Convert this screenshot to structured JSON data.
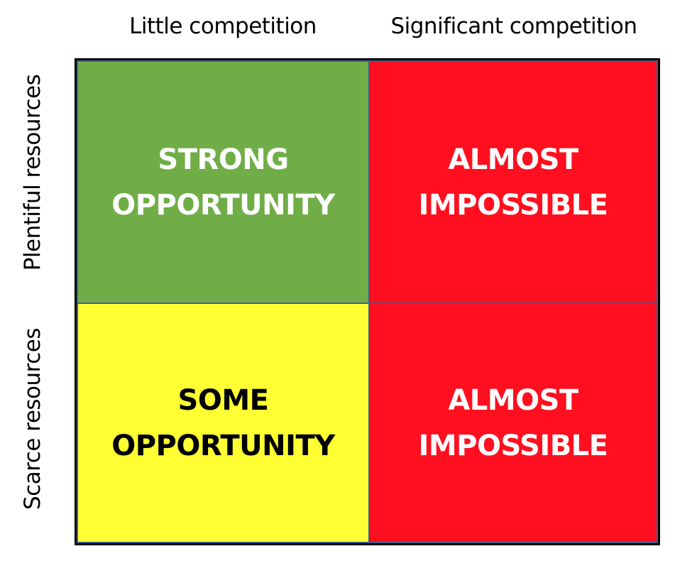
{
  "columns": [
    {
      "label": "Little competition"
    },
    {
      "label": "Significant competition"
    }
  ],
  "rows": [
    {
      "label": "Plentiful resources"
    },
    {
      "label": "Scarce resources"
    }
  ],
  "cells": [
    {
      "line1": "STRONG",
      "line2": "OPPORTUNITY",
      "bg": "#70AD47",
      "fg": "#FFFFFF"
    },
    {
      "line1": "ALMOST",
      "line2": "IMPOSSIBLE",
      "bg": "#FF0F1F",
      "fg": "#FFFFFF"
    },
    {
      "line1": "SOME",
      "line2": "OPPORTUNITY",
      "bg": "#FFFF33",
      "fg": "#000000"
    },
    {
      "line1": "ALMOST",
      "line2": "IMPOSSIBLE",
      "bg": "#FF0F1F",
      "fg": "#FFFFFF"
    }
  ],
  "colors": {
    "outer_border": "#000000",
    "grid_lines": "#3B5F91"
  }
}
